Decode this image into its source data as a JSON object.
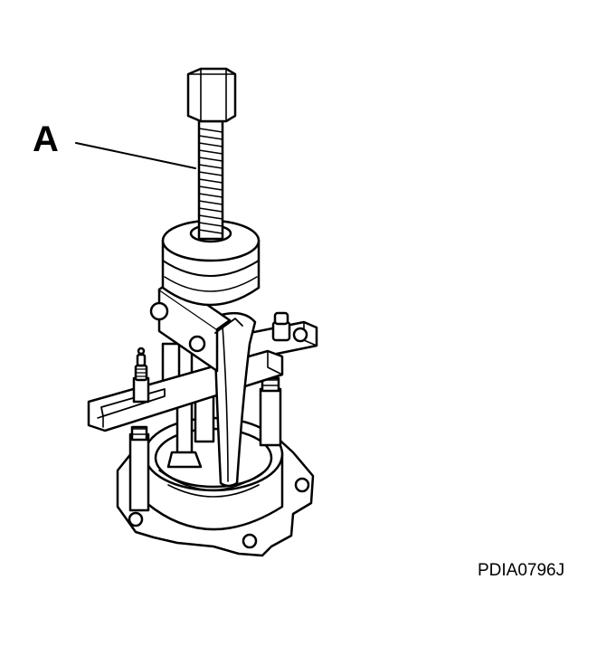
{
  "callout": {
    "label": "A"
  },
  "figure": {
    "code": "PDIA0796J"
  },
  "illustration": {
    "subject": "puller-tool-on-housing",
    "line_color": "#000000",
    "fill_color": "#ffffff"
  }
}
